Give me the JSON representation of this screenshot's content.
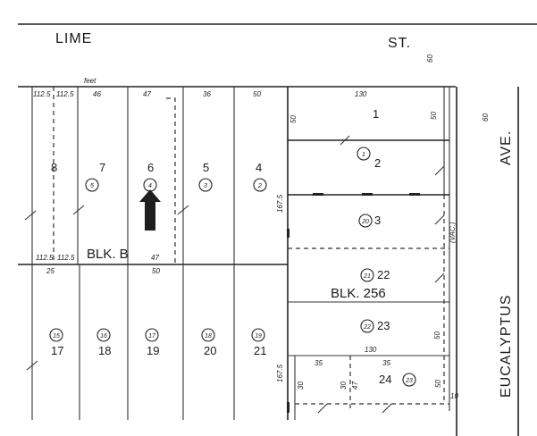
{
  "streets": {
    "lime": "LIME",
    "st": "ST.",
    "ave": "AVE.",
    "eucalyptus": "EUCALYPTUS",
    "st_width": "60",
    "ave_width": "60"
  },
  "blocks": {
    "blk_b": "BLK.  B",
    "blk_256": "BLK.  256"
  },
  "top_row_lots": [
    "8",
    "7",
    "6",
    "5",
    "4"
  ],
  "top_row_parcels": [
    "",
    "5",
    "4",
    "3",
    "2"
  ],
  "bottom_row_lots": [
    "17",
    "18",
    "19",
    "20",
    "21"
  ],
  "bottom_row_parcels": [
    "15",
    "16",
    "17",
    "18",
    "19"
  ],
  "right_lots": [
    "1",
    "2",
    "3",
    "22",
    "23",
    "24"
  ],
  "right_parcels": [
    "",
    "1",
    "20",
    "21",
    "22",
    "23"
  ],
  "dimensions": {
    "top_frontages": [
      "112.5",
      "112.5",
      "46",
      "47",
      "36",
      "50"
    ],
    "feet_label": "feet",
    "lot1_width": "130",
    "lot23_width": "130",
    "blk_b_bottom": [
      "112.5",
      "112.5",
      "47"
    ],
    "bottom_left": [
      "25",
      "50"
    ],
    "depth_a": "167.5",
    "depth_b": "167.5",
    "lot24": [
      "35",
      "35",
      "30",
      "47",
      "30",
      "50",
      "10"
    ],
    "right_edge": [
      "50",
      "50",
      "50"
    ],
    "vac": "(VAC.)"
  },
  "marker": {
    "label": "subject-parcel-arrow",
    "color": "#1f1f1f"
  }
}
